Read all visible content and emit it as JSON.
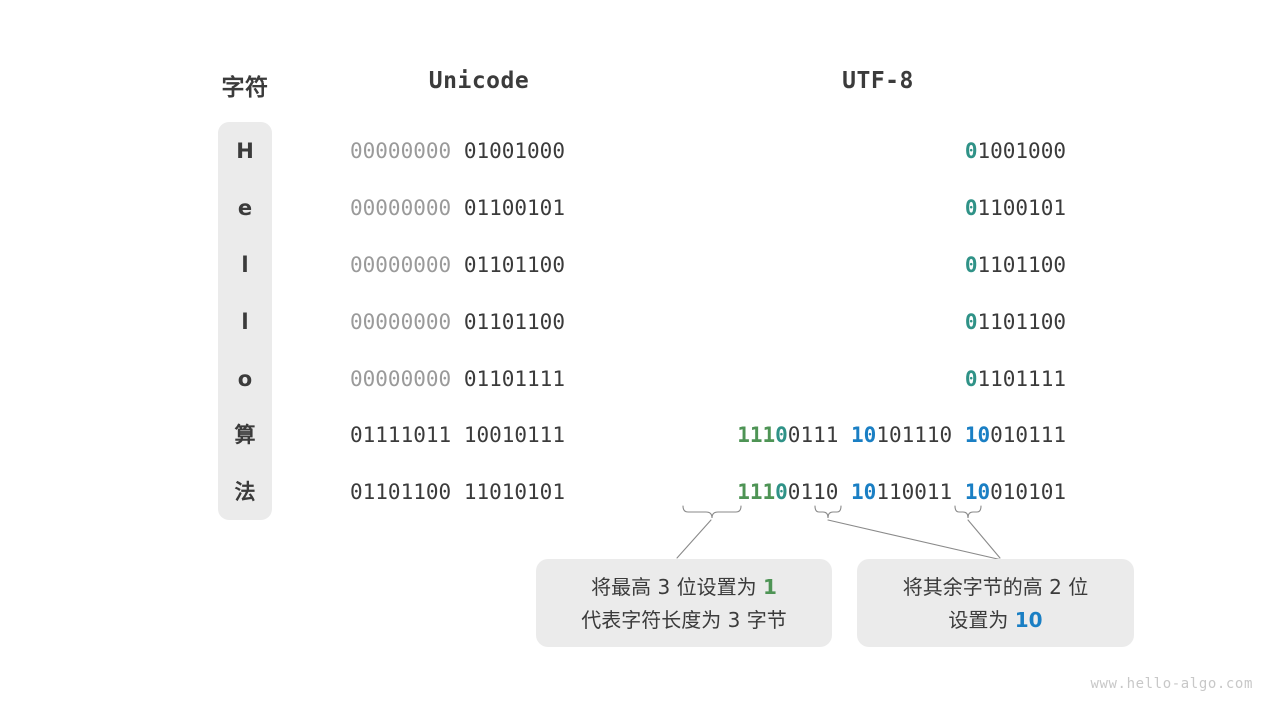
{
  "headers": {
    "char": "字符",
    "unicode": "Unicode",
    "utf8": "UTF-8"
  },
  "colors": {
    "green": "#4e9455",
    "teal": "#2f9287",
    "blue": "#1a7fc4",
    "dark": "#3b3b3b",
    "muted": "#9a9a9a",
    "pill_bg": "#ebebeb",
    "callout_bg": "#ebebeb",
    "background": "#ffffff"
  },
  "rows": [
    {
      "char": "H",
      "unicode_high": "00000000",
      "unicode_low": "01001000",
      "utf8_bytes": [
        {
          "lead": "0",
          "lead_color": "teal",
          "rest": "1001000"
        }
      ]
    },
    {
      "char": "e",
      "unicode_high": "00000000",
      "unicode_low": "01100101",
      "utf8_bytes": [
        {
          "lead": "0",
          "lead_color": "teal",
          "rest": "1100101"
        }
      ]
    },
    {
      "char": "l",
      "unicode_high": "00000000",
      "unicode_low": "01101100",
      "utf8_bytes": [
        {
          "lead": "0",
          "lead_color": "teal",
          "rest": "1101100"
        }
      ]
    },
    {
      "char": "l",
      "unicode_high": "00000000",
      "unicode_low": "01101100",
      "utf8_bytes": [
        {
          "lead": "0",
          "lead_color": "teal",
          "rest": "1101100"
        }
      ]
    },
    {
      "char": "o",
      "unicode_high": "00000000",
      "unicode_low": "01101111",
      "utf8_bytes": [
        {
          "lead": "0",
          "lead_color": "teal",
          "rest": "1101111"
        }
      ]
    },
    {
      "char": "算",
      "unicode_high": "01111011",
      "unicode_low": "10010111",
      "utf8_bytes": [
        {
          "lead": "111",
          "lead_color": "green",
          "lead2": "0",
          "lead2_color": "teal",
          "rest": "0111"
        },
        {
          "lead": "10",
          "lead_color": "blue",
          "rest": "101110"
        },
        {
          "lead": "10",
          "lead_color": "blue",
          "rest": "010111"
        }
      ]
    },
    {
      "char": "法",
      "unicode_high": "01101100",
      "unicode_low": "11010101",
      "utf8_bytes": [
        {
          "lead": "111",
          "lead_color": "green",
          "lead2": "0",
          "lead2_color": "teal",
          "rest": "0110"
        },
        {
          "lead": "10",
          "lead_color": "blue",
          "rest": "110011"
        },
        {
          "lead": "10",
          "lead_color": "blue",
          "rest": "010101"
        }
      ]
    }
  ],
  "callouts": [
    {
      "line1_pre": "将最高 3 位设置为 ",
      "line1_accent": "1",
      "line1_accent_color": "green",
      "line2": "代表字符长度为 3 字节"
    },
    {
      "line1": "将其余字节的高 2 位",
      "line2_pre": "设置为 ",
      "line2_accent": "10",
      "line2_accent_color": "blue"
    }
  ],
  "watermark": "www.hello-algo.com"
}
